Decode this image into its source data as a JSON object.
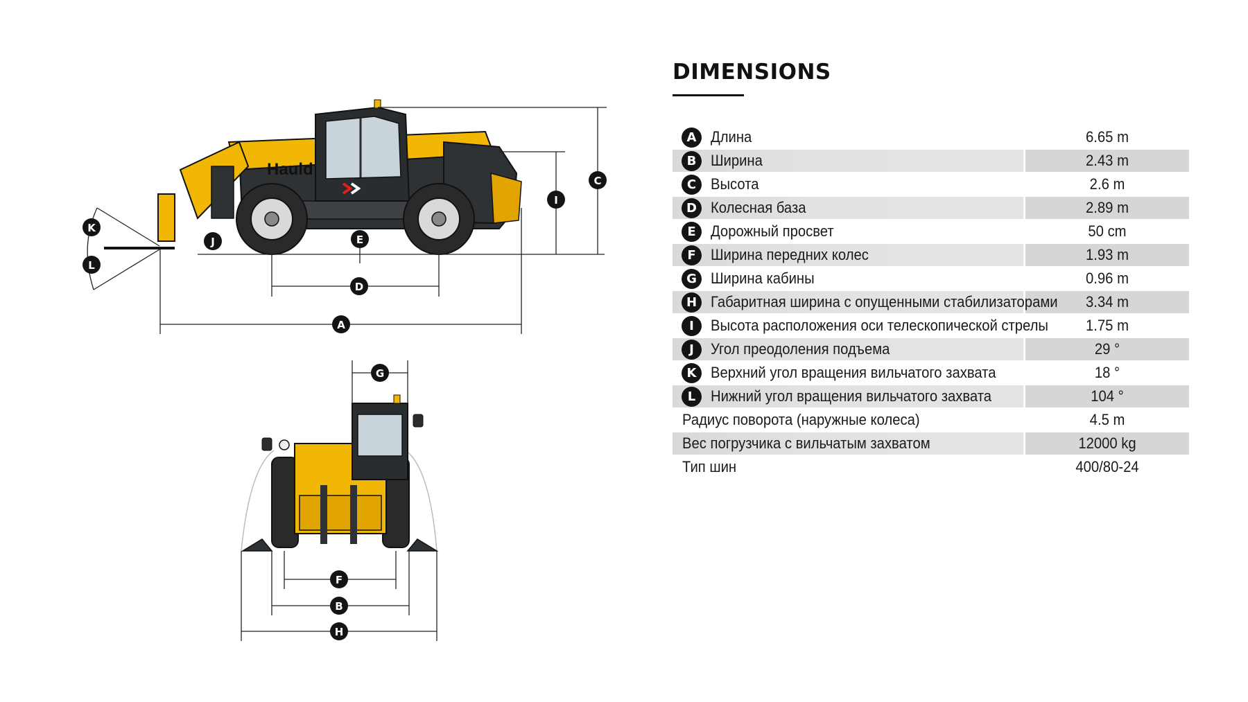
{
  "title": "DIMENSIONS",
  "specs": [
    {
      "letter": "A",
      "label": "Длина",
      "value": "6.65 m"
    },
    {
      "letter": "B",
      "label": "Ширина",
      "value": "2.43 m"
    },
    {
      "letter": "C",
      "label": "Высота",
      "value": "2.6 m"
    },
    {
      "letter": "D",
      "label": "Колесная база",
      "value": "2.89 m"
    },
    {
      "letter": "E",
      "label": "Дорожный просвет",
      "value": "50 cm"
    },
    {
      "letter": "F",
      "label": "Ширина передних колес",
      "value": "1.93 m"
    },
    {
      "letter": "G",
      "label": "Ширина кабины",
      "value": "0.96 m"
    },
    {
      "letter": "H",
      "label": "Габаритная ширина с опущенными стабилизаторами",
      "value": "3.34 m"
    },
    {
      "letter": "I",
      "label": "Высота расположения оси телескопической стрелы",
      "value": "1.75 m"
    },
    {
      "letter": "J",
      "label": "Угол преодоления подъема",
      "value": "29 °"
    },
    {
      "letter": "K",
      "label": "Верхний угол вращения вильчатого захвата",
      "value": "18 °"
    },
    {
      "letter": "L",
      "label": "Нижний угол вращения вильчатого захвата",
      "value": "104 °"
    },
    {
      "letter": "",
      "label": "Радиус поворота (наружные колеса)",
      "value": "4.5 m"
    },
    {
      "letter": "",
      "label": "Вес погрузчика с вильчатым захватом",
      "value": "12000 kg"
    },
    {
      "letter": "",
      "label": "Тип шин",
      "value": "400/80-24"
    }
  ],
  "diagram": {
    "brand_text": "Hauld",
    "callouts": [
      "A",
      "B",
      "C",
      "D",
      "E",
      "F",
      "G",
      "H",
      "I",
      "J",
      "K",
      "L"
    ]
  },
  "colors": {
    "machine_yellow": "#f2b705",
    "machine_dark": "#3a3d40",
    "callout_black": "#141414",
    "row_shade": "#d6d6d6"
  }
}
